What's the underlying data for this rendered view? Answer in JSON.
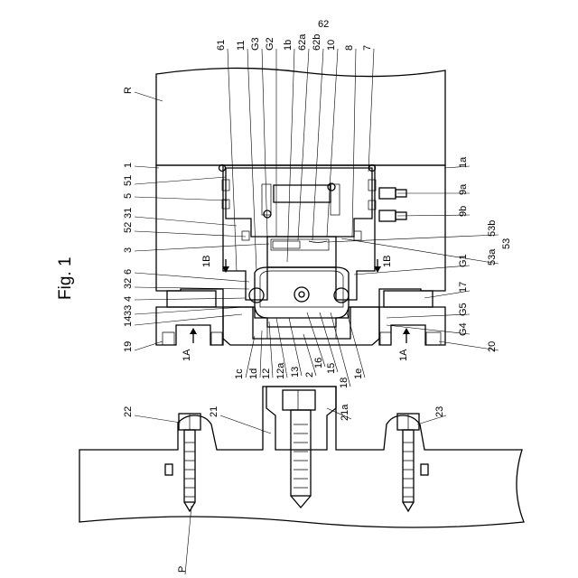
{
  "figure": {
    "title": "Fig. 1",
    "labels": [
      "R",
      "1",
      "1a",
      "51",
      "5",
      "9a",
      "9b",
      "31",
      "52",
      "3",
      "53b",
      "53",
      "53a",
      "1B",
      "1B",
      "G1",
      "6",
      "32",
      "4",
      "33",
      "14",
      "19",
      "1A",
      "1A",
      "17",
      "G5",
      "G4",
      "20",
      "1c",
      "1d",
      "12",
      "12a",
      "13",
      "2",
      "16",
      "15",
      "18",
      "1e",
      "61",
      "11",
      "G3",
      "G2",
      "1b",
      "62a",
      "62b",
      "10",
      "8",
      "7",
      "62",
      "22",
      "21",
      "21a",
      "23",
      "P"
    ]
  },
  "colors": {
    "ink": "#000000",
    "background": "#ffffff"
  }
}
